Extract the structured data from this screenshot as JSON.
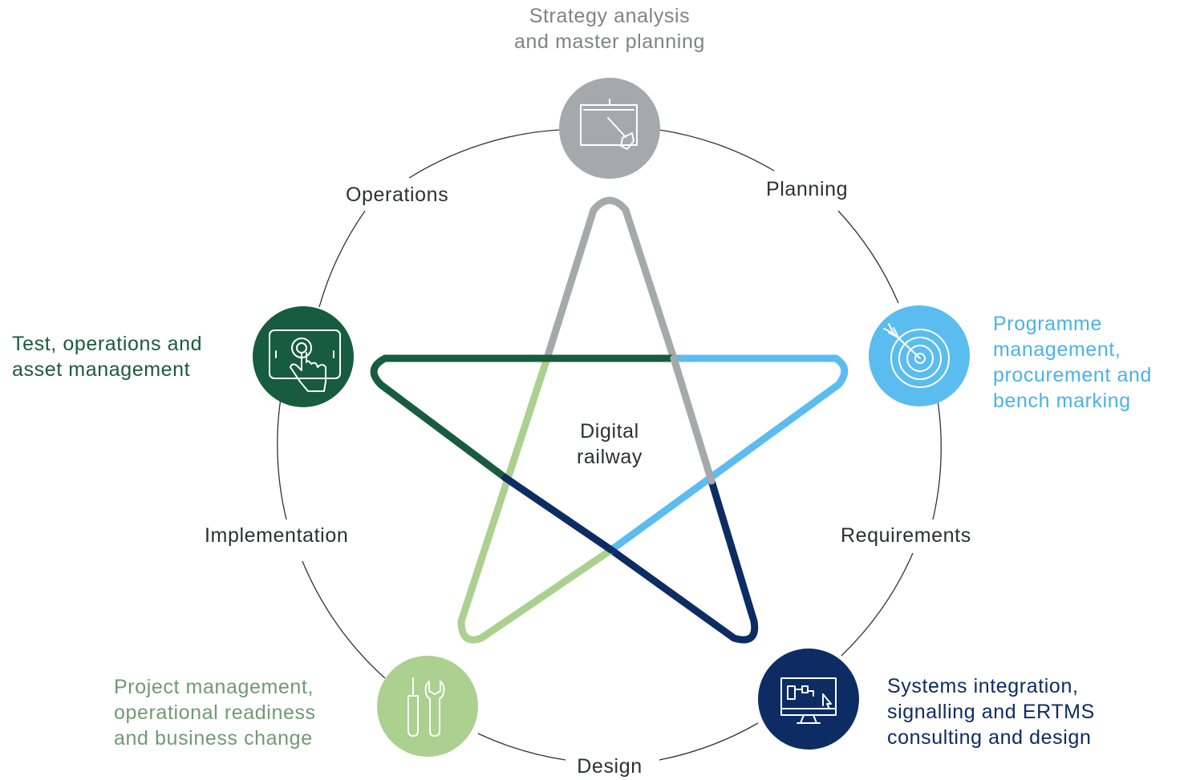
{
  "colors": {
    "gray": "#a4a9ac",
    "light_blue": "#5bbcf0",
    "navy": "#0c2c63",
    "dark_green": "#175c3e",
    "light_green": "#acd08f",
    "ring": "#333333"
  },
  "center_label": "Digital\nrailway",
  "stages": {
    "planning": "Planning",
    "requirements": "Requirements",
    "design": "Design",
    "implementation": "Implementation",
    "operations": "Operations"
  },
  "services": [
    {
      "label": "Strategy analysis\nand master planning",
      "icon": "whiteboard-pointer-icon",
      "color": "gray"
    },
    {
      "label": "Programme\nmanagement,\nprocurement and\nbench marking",
      "icon": "target-arrow-icon",
      "color": "light_blue"
    },
    {
      "label": "Systems integration,\nsignalling and ERTMS\nconsulting and design",
      "icon": "monitor-diagram-icon",
      "color": "navy"
    },
    {
      "label": "Project management,\noperational readiness\nand business change",
      "icon": "screwdriver-wrench-icon",
      "color": "light_green"
    },
    {
      "label": "Test, operations and\nasset management",
      "icon": "touchscreen-tablet-icon",
      "color": "dark_green"
    }
  ]
}
